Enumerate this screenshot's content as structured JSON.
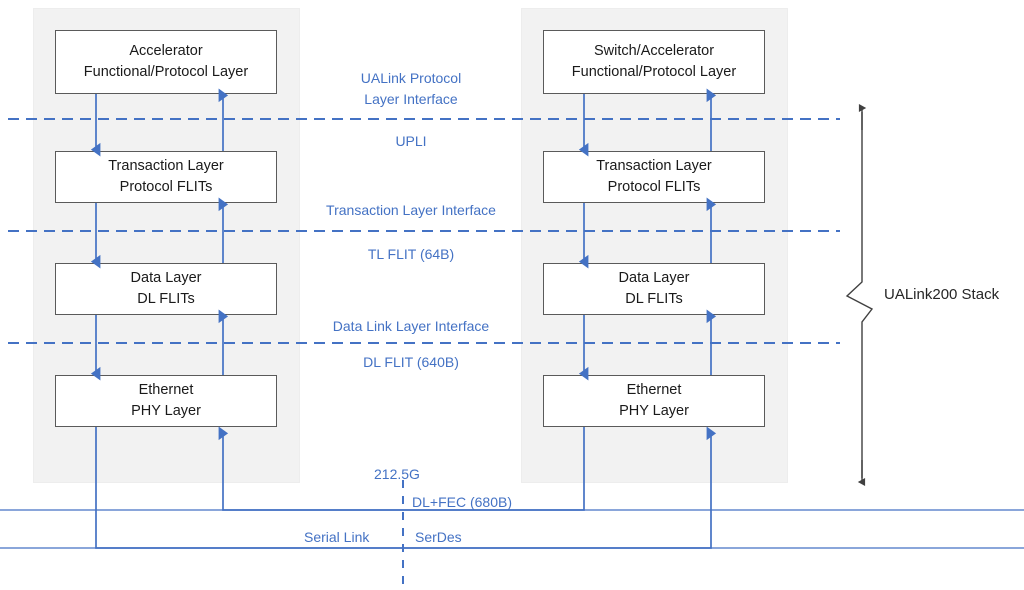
{
  "diagram": {
    "title": "UALink200 Stack Layering Diagram",
    "colors": {
      "accent_blue": "#4472C4",
      "panel_gray": "#F2F2F2",
      "box_border": "#5A5A5A",
      "text_dark": "#262626",
      "arrow_black": "#404040"
    }
  },
  "left_stack": {
    "name": "Accelerator stack",
    "boxes": [
      {
        "line1": "Accelerator",
        "line2": "Functional/Protocol Layer"
      },
      {
        "line1": "Transaction Layer",
        "line2": "Protocol FLITs"
      },
      {
        "line1": "Data Layer",
        "line2": "DL FLITs"
      },
      {
        "line1": "Ethernet",
        "line2": "PHY Layer"
      }
    ]
  },
  "right_stack": {
    "name": "Switch/Accelerator stack",
    "boxes": [
      {
        "line1": "Switch/Accelerator",
        "line2": "Functional/Protocol Layer"
      },
      {
        "line1": "Transaction Layer",
        "line2": "Protocol FLITs"
      },
      {
        "line1": "Data Layer",
        "line2": "DL FLITs"
      },
      {
        "line1": "Ethernet",
        "line2": "PHY Layer"
      }
    ]
  },
  "interfaces": [
    {
      "id": "upli",
      "above_line1": "UALink Protocol",
      "above_line2": "Layer Interface",
      "below": "UPLI"
    },
    {
      "id": "tli",
      "above_line1": "Transaction Layer Interface",
      "above_line2": "",
      "below": "TL FLIT (64B)"
    },
    {
      "id": "dlli",
      "above_line1": "Data Link Layer Interface",
      "above_line2": "",
      "below": "DL FLIT (640B)"
    }
  ],
  "link": {
    "rate": "212.5G",
    "dl_fec": "DL+FEC (680B)",
    "serial_link": "Serial Link",
    "serdes": "SerDes"
  },
  "stack_bracket": {
    "label": "UALink200 Stack"
  }
}
